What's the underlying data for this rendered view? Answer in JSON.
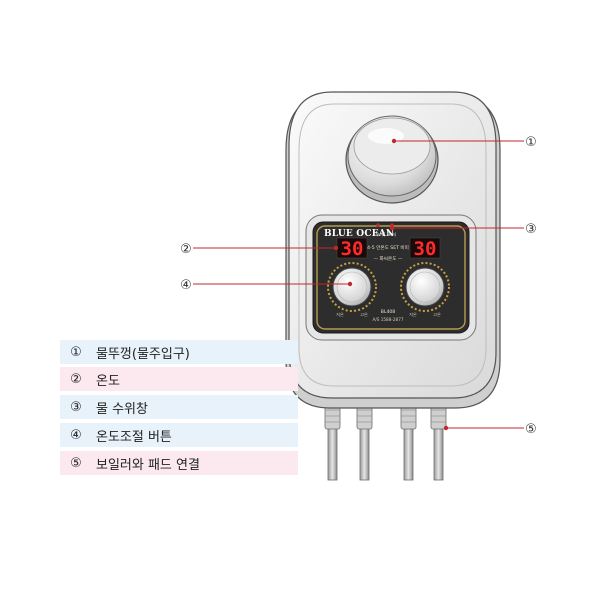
{
  "device": {
    "brand": "BLUE OCEAN",
    "water_level_label": "수 위 표 시",
    "temp_left": "30",
    "temp_right": "30",
    "center_line1": "4-5 안온도 SET 비미",
    "center_line2": "— 화씨온도 —",
    "model": "BL408",
    "as_line": "A/S 1588-2877",
    "knob_left_low": "저온",
    "knob_left_high": "고온",
    "knob_right_low": "저온",
    "knob_right_high": "고온"
  },
  "callouts": [
    {
      "num": "①"
    },
    {
      "num": "②"
    },
    {
      "num": "③"
    },
    {
      "num": "④"
    },
    {
      "num": "⑤"
    }
  ],
  "legend": [
    {
      "num": "①",
      "label": "물뚜껑(물주입구)",
      "bg": "#e8f2fb"
    },
    {
      "num": "②",
      "label": "온도",
      "bg": "#fbe9ef"
    },
    {
      "num": "③",
      "label": "물 수위창",
      "bg": "#e8f2fb"
    },
    {
      "num": "④",
      "label": "온도조절 버튼",
      "bg": "#e8f2fb"
    },
    {
      "num": "⑤",
      "label": "보일러와 패드 연결",
      "bg": "#fbe9ef"
    }
  ],
  "colors": {
    "callout_line": "#c0282d",
    "led": "#ff2a2a",
    "panel": "#2b2b2b"
  }
}
